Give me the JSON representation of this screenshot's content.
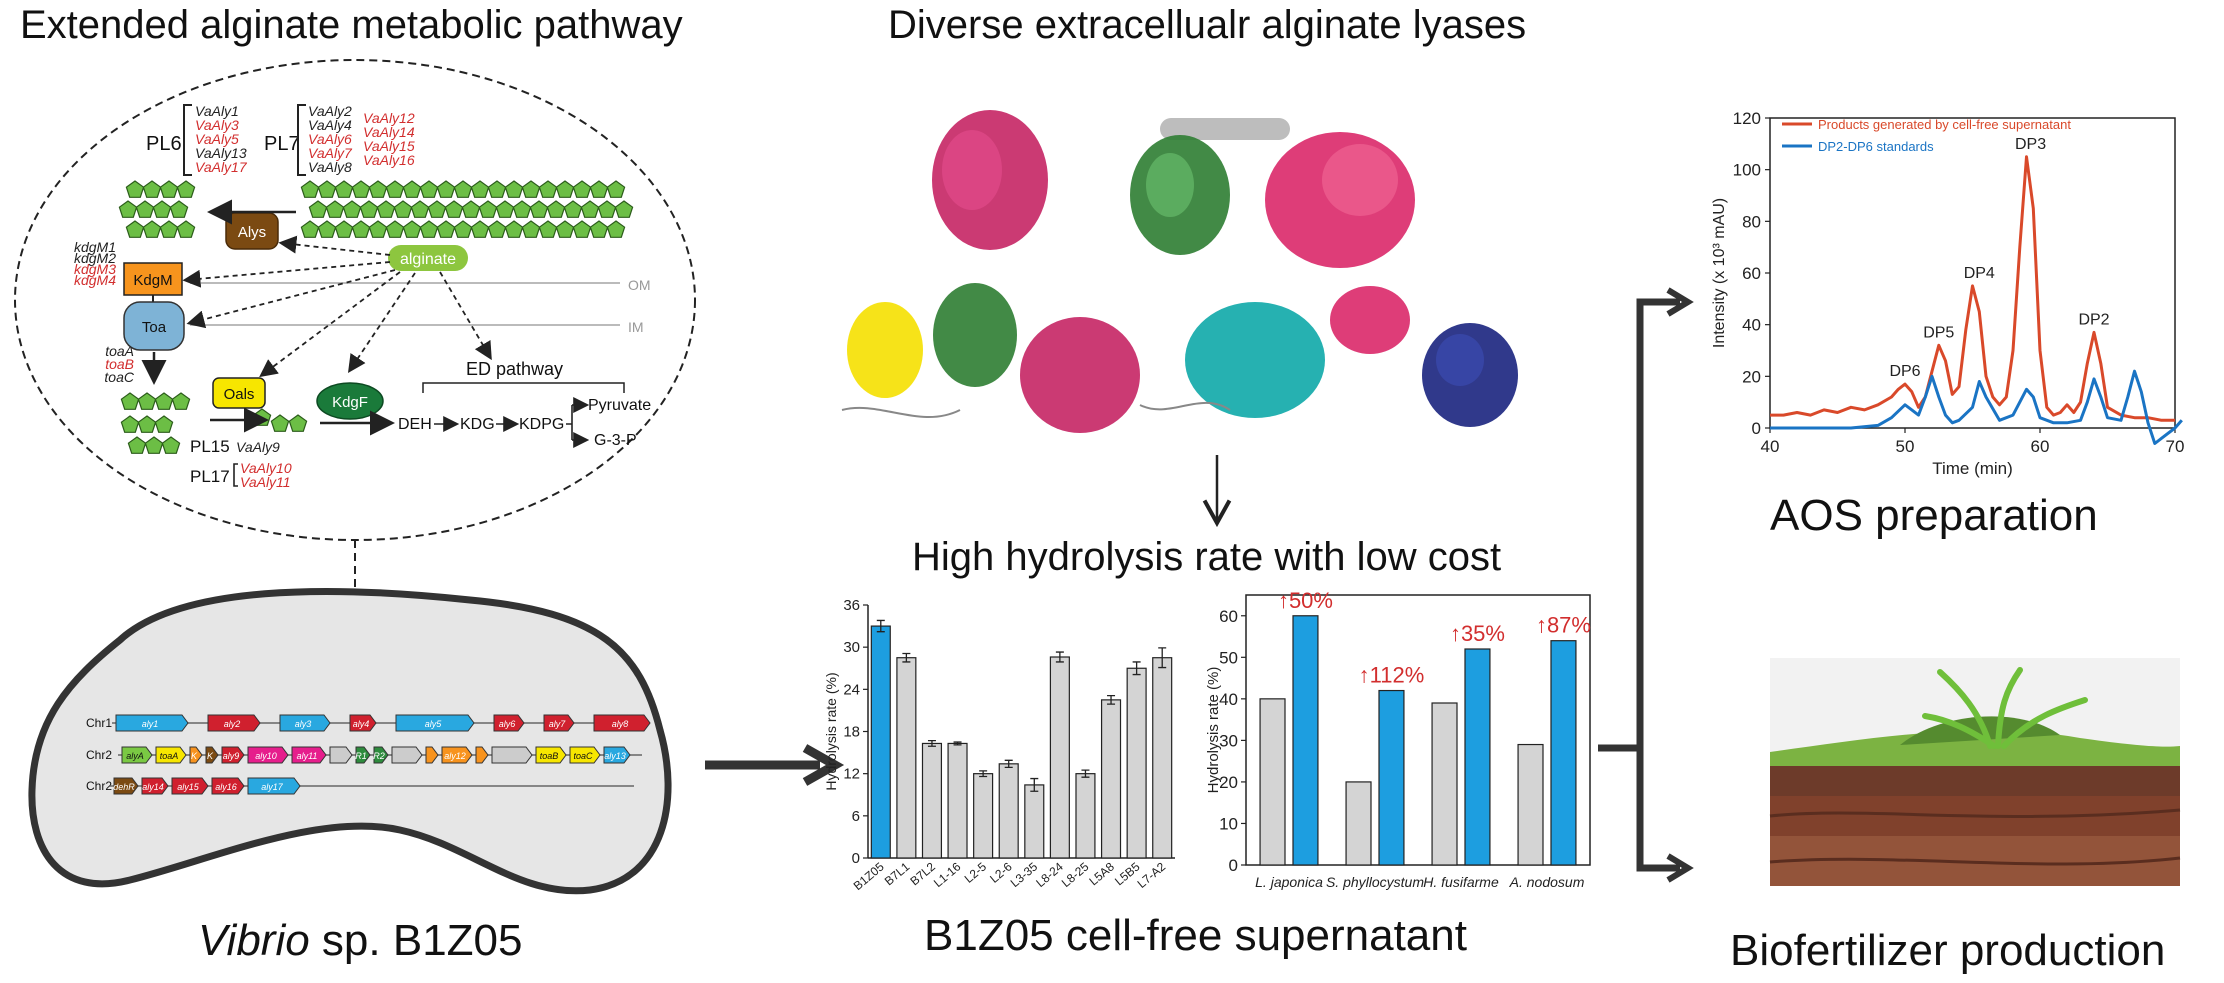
{
  "titles": {
    "left": "Extended alginate metabolic pathway",
    "middle": "Diverse extracellualr alginate lyases",
    "hydrolysis": "High hydrolysis rate with  low cost",
    "supernatant": "B1Z05 cell-free supernatant",
    "aos": "AOS preparation",
    "biofert": "Biofertilizer production",
    "vibrio_italic": "Vibrio",
    "vibrio_rest": " sp. B1Z05"
  },
  "pathway": {
    "pl6": "PL6",
    "pl7": "PL7",
    "pl6_genes": [
      {
        "t": "VaAly1",
        "red": false
      },
      {
        "t": "VaAly3",
        "red": true
      },
      {
        "t": "VaAly5",
        "red": true
      },
      {
        "t": "VaAly13",
        "red": false
      },
      {
        "t": "VaAly17",
        "red": true
      }
    ],
    "pl7_genes_a": [
      {
        "t": "VaAly2",
        "red": false
      },
      {
        "t": "VaAly4",
        "red": false
      },
      {
        "t": "VaAly6",
        "red": true
      },
      {
        "t": "VaAly7",
        "red": true
      },
      {
        "t": "VaAly8",
        "red": false
      }
    ],
    "pl7_genes_b": [
      {
        "t": "VaAly12",
        "red": true
      },
      {
        "t": "VaAly14",
        "red": true
      },
      {
        "t": "VaAly15",
        "red": true
      },
      {
        "t": "VaAly16",
        "red": true
      }
    ],
    "kdgm_genes": [
      {
        "t": "kdgM1",
        "red": false
      },
      {
        "t": "kdgM2",
        "red": false
      },
      {
        "t": "kdgM3",
        "red": true
      },
      {
        "t": "kdgM4",
        "red": true
      }
    ],
    "toa_genes": [
      {
        "t": "toaA",
        "red": false
      },
      {
        "t": "toaB",
        "red": true
      },
      {
        "t": "toaC",
        "red": false
      }
    ],
    "alys": "Alys",
    "alginate": "alginate",
    "kdgm": "KdgM",
    "toa": "Toa",
    "oals": "Oals",
    "kdgf": "KdgF",
    "om": "OM",
    "im": "IM",
    "ed_pathway": "ED pathway",
    "deh": "DEH",
    "kdg": "KDG",
    "kdpg": "KDPG",
    "pyruvate": "Pyruvate",
    "g3p": "G-3-P",
    "pl15": "PL15",
    "vaaly9": "VaAly9",
    "pl17": "PL17",
    "vaaly10": "VaAly10",
    "vaaly11": "VaAly11"
  },
  "genome": {
    "chr1": "Chr1",
    "chr2a": "Chr2",
    "chr2b": "Chr2",
    "row1": [
      {
        "t": "aly1",
        "c": "#29a8e0",
        "w": 72
      },
      {
        "t": "aly2",
        "c": "#d0202e",
        "w": 52
      },
      {
        "t": "aly3",
        "c": "#29a8e0",
        "w": 50
      },
      {
        "t": "aly4",
        "c": "#d0202e",
        "w": 26
      },
      {
        "t": "aly5",
        "c": "#29a8e0",
        "w": 78
      },
      {
        "t": "aly6",
        "c": "#d0202e",
        "w": 30
      },
      {
        "t": "aly7",
        "c": "#d0202e",
        "w": 30
      },
      {
        "t": "aly8",
        "c": "#d0202e",
        "w": 56
      }
    ],
    "row2": [
      {
        "t": "alyA",
        "c": "#7ac943",
        "w": 30
      },
      {
        "t": "toaA",
        "c": "#f7e600",
        "w": 30
      },
      {
        "t": "K",
        "c": "#f7931e",
        "w": 12
      },
      {
        "t": "K",
        "c": "#7b4a12",
        "w": 12
      },
      {
        "t": "aly9",
        "c": "#d0202e",
        "w": 22
      },
      {
        "t": "aly10",
        "c": "#e61e8c",
        "w": 40
      },
      {
        "t": "aly11",
        "c": "#e61e8c",
        "w": 34
      },
      {
        "t": "",
        "c": "#cccccc",
        "w": 22
      },
      {
        "t": "R1",
        "c": "#2e8b3d",
        "w": 14
      },
      {
        "t": "R2",
        "c": "#2e8b3d",
        "w": 14
      },
      {
        "t": "",
        "c": "#cccccc",
        "w": 30
      },
      {
        "t": "",
        "c": "#f7931e",
        "w": 12
      },
      {
        "t": "aly12",
        "c": "#f7931e",
        "w": 30
      },
      {
        "t": "",
        "c": "#f7931e",
        "w": 12
      },
      {
        "t": "",
        "c": "#cccccc",
        "w": 40
      },
      {
        "t": "toaB",
        "c": "#f7e600",
        "w": 30
      },
      {
        "t": "toaC",
        "c": "#f7e600",
        "w": 30
      },
      {
        "t": "aly13",
        "c": "#29a8e0",
        "w": 26
      }
    ],
    "row3": [
      {
        "t": "dehR",
        "c": "#7b4a12",
        "w": 24
      },
      {
        "t": "aly14",
        "c": "#d0202e",
        "w": 26
      },
      {
        "t": "aly15",
        "c": "#d0202e",
        "w": 36
      },
      {
        "t": "aly16",
        "c": "#d0202e",
        "w": 32
      },
      {
        "t": "aly17",
        "c": "#29a8e0",
        "w": 52
      }
    ]
  },
  "chart_data": [
    {
      "type": "bar",
      "ylabel": "Hydrolysis rate (%)",
      "ylim": [
        0,
        36
      ],
      "yticks": [
        0,
        6,
        12,
        18,
        24,
        30,
        36
      ],
      "categories": [
        "B1Z05",
        "B7L1",
        "B7L2",
        "L1-16",
        "L2-5",
        "L2-6",
        "L3-35",
        "L8-24",
        "L8-25",
        "L5A8",
        "L5B5",
        "L7-A2"
      ],
      "values": [
        33.0,
        28.5,
        16.3,
        16.3,
        12.0,
        13.4,
        10.4,
        28.6,
        12.0,
        22.5,
        27.0,
        28.5
      ],
      "errors": [
        0.8,
        0.6,
        0.4,
        0.2,
        0.4,
        0.5,
        0.9,
        0.7,
        0.5,
        0.6,
        0.9,
        1.4
      ],
      "colors": [
        "#1d9ee0",
        "#d4d4d4",
        "#d4d4d4",
        "#d4d4d4",
        "#d4d4d4",
        "#d4d4d4",
        "#d4d4d4",
        "#d4d4d4",
        "#d4d4d4",
        "#d4d4d4",
        "#d4d4d4",
        "#d4d4d4"
      ]
    },
    {
      "type": "bar",
      "ylabel": "Hydrolysis rate (%)",
      "ylim": [
        0,
        65
      ],
      "yticks": [
        0,
        10,
        20,
        30,
        40,
        50,
        60
      ],
      "categories": [
        "L. japonica",
        "S. phyllocystum",
        "H. fusifarme",
        "A. nodosum"
      ],
      "series": [
        {
          "values": [
            40,
            20,
            39,
            29
          ],
          "color": "#d4d4d4"
        },
        {
          "values": [
            60,
            42,
            52,
            54
          ],
          "color": "#1d9ee0"
        }
      ],
      "annotations": [
        "↑50%",
        "↑112%",
        "↑35%",
        "↑87%"
      ]
    },
    {
      "type": "line",
      "xlabel": "Time (min)",
      "ylabel": "Intensity (x 10³ mAU)",
      "xlim": [
        40,
        70
      ],
      "ylim": [
        0,
        120
      ],
      "xticks": [
        40,
        50,
        60,
        70
      ],
      "yticks": [
        0,
        20,
        40,
        60,
        80,
        100,
        120
      ],
      "series": [
        {
          "name": "Products generated by cell-free supernatant",
          "color": "#d9492a",
          "x": [
            40,
            41,
            42,
            43,
            44,
            45,
            46,
            47,
            48,
            49,
            49.5,
            50,
            50.5,
            51,
            51.5,
            52,
            52.5,
            53,
            53.5,
            54,
            54.5,
            55,
            55.5,
            56,
            56.5,
            57,
            57.5,
            58,
            58.5,
            59,
            59.5,
            60,
            60.5,
            61,
            61.5,
            62,
            62.5,
            63,
            63.5,
            64,
            64.5,
            65,
            66,
            67,
            68,
            69,
            70
          ],
          "y": [
            5,
            5,
            6,
            5,
            7,
            6,
            8,
            7,
            9,
            12,
            15,
            17,
            14,
            8,
            12,
            22,
            32,
            26,
            13,
            16,
            38,
            55,
            45,
            20,
            12,
            9,
            12,
            30,
            70,
            105,
            85,
            30,
            8,
            5,
            6,
            9,
            6,
            10,
            25,
            37,
            25,
            8,
            5,
            4,
            4,
            3,
            3
          ]
        },
        {
          "name": "DP2-DP6 standards",
          "color": "#1a74c4",
          "x": [
            40,
            44,
            46,
            48,
            49,
            50,
            50.5,
            51,
            51.5,
            52,
            52.5,
            53,
            53.5,
            54,
            55,
            55.5,
            56,
            57,
            58,
            59,
            59.5,
            60,
            61,
            62,
            63,
            63.5,
            64,
            64.5,
            65,
            66,
            66.5,
            67,
            67.5,
            68,
            68.5,
            69,
            70,
            70.5
          ],
          "y": [
            0,
            0,
            0,
            1,
            4,
            9,
            7,
            5,
            12,
            20,
            12,
            5,
            2,
            3,
            8,
            18,
            12,
            3,
            5,
            15,
            12,
            4,
            2,
            2,
            3,
            10,
            19,
            12,
            4,
            3,
            12,
            22,
            14,
            2,
            -6,
            -4,
            0,
            3
          ]
        }
      ],
      "annotations": [
        "DP6",
        "DP5",
        "DP4",
        "DP3",
        "DP2"
      ]
    }
  ]
}
